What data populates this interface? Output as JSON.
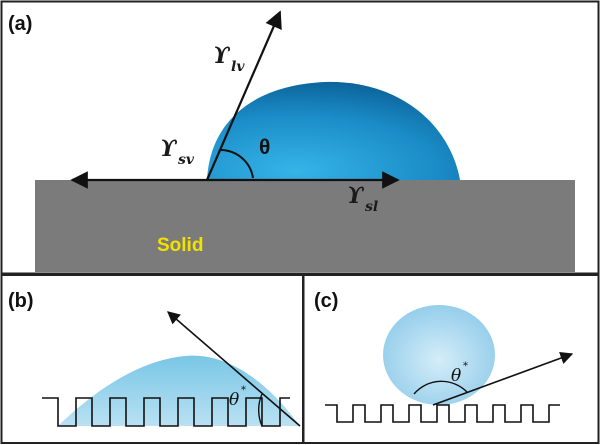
{
  "panels": {
    "a": {
      "label": "(a)",
      "gamma_lv": {
        "symbol": "ϒ",
        "sub": "lv"
      },
      "gamma_sv": {
        "symbol": "ϒ",
        "sub": "sv"
      },
      "gamma_sl": {
        "symbol": "ϒ",
        "sub": "sl"
      },
      "angle_label": "θ",
      "solid_label": "Solid"
    },
    "b": {
      "label": "(b)",
      "angle_label": "θ",
      "angle_sup": "*"
    },
    "c": {
      "label": "(c)",
      "angle_label": "θ",
      "angle_sup": "*"
    }
  },
  "colors": {
    "substrate": "#7b7b7b",
    "drop_dark": "#0a6fa8",
    "drop_light": "#2aa8df",
    "drop_pale": "#a8d8ee",
    "solid_text": "#f2e200",
    "border": "#222222"
  }
}
